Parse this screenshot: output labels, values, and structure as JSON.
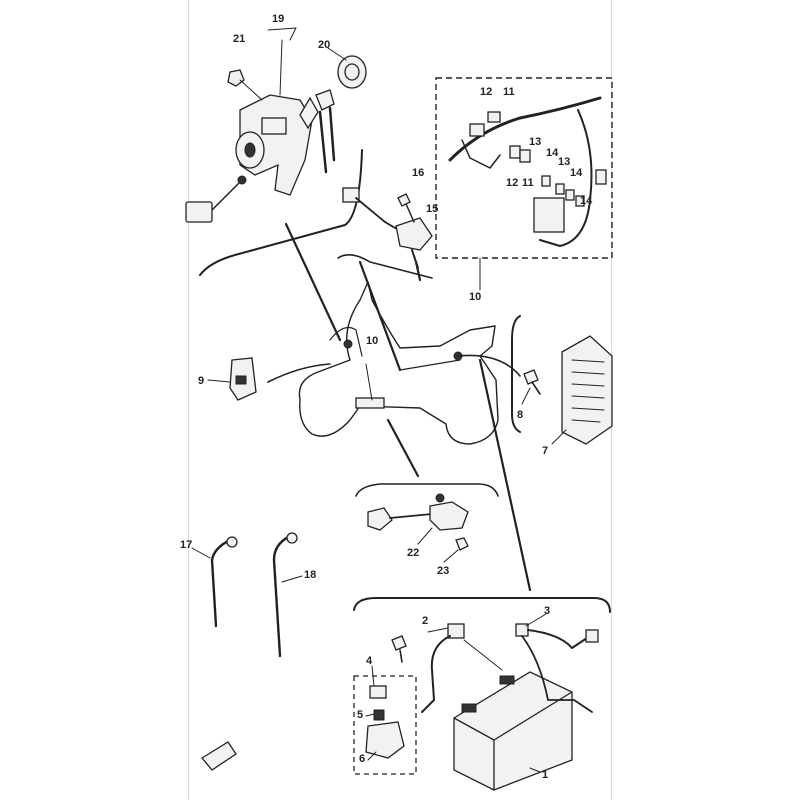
{
  "callouts": [
    {
      "id": "c21",
      "text": "21"
    },
    {
      "id": "c19",
      "text": "19"
    },
    {
      "id": "c20",
      "text": "20"
    },
    {
      "id": "c12a",
      "text": "12"
    },
    {
      "id": "c11a",
      "text": "11"
    },
    {
      "id": "c13a",
      "text": "13"
    },
    {
      "id": "c14a",
      "text": "14"
    },
    {
      "id": "c13b",
      "text": "13"
    },
    {
      "id": "c14b",
      "text": "14"
    },
    {
      "id": "c14c",
      "text": "14"
    },
    {
      "id": "c12b",
      "text": "12"
    },
    {
      "id": "c11b",
      "text": "11"
    },
    {
      "id": "c16",
      "text": "16"
    },
    {
      "id": "c15",
      "text": "15"
    },
    {
      "id": "c10a",
      "text": "10"
    },
    {
      "id": "c10b",
      "text": "10"
    },
    {
      "id": "c9",
      "text": "9"
    },
    {
      "id": "c8",
      "text": "8"
    },
    {
      "id": "c7",
      "text": "7"
    },
    {
      "id": "c22",
      "text": "22"
    },
    {
      "id": "c23",
      "text": "23"
    },
    {
      "id": "c17",
      "text": "17"
    },
    {
      "id": "c18",
      "text": "18"
    },
    {
      "id": "c2",
      "text": "2"
    },
    {
      "id": "c3",
      "text": "3"
    },
    {
      "id": "c4",
      "text": "4"
    },
    {
      "id": "c5",
      "text": "5"
    },
    {
      "id": "c6",
      "text": "6"
    },
    {
      "id": "c1",
      "text": "1"
    }
  ]
}
